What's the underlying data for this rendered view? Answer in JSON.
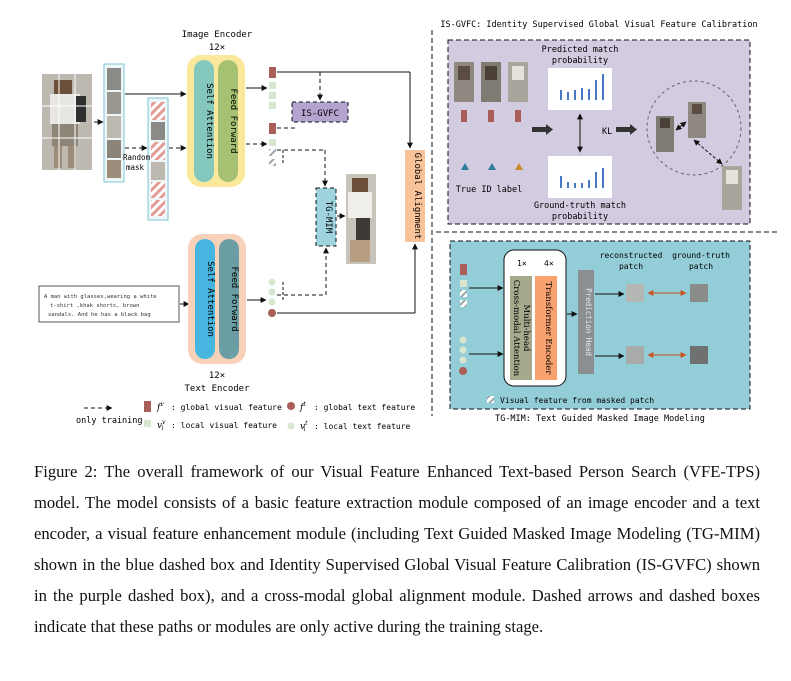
{
  "figure": {
    "image_encoder": {
      "title": "Image Encoder",
      "repeat": "12×",
      "self_attention": "Self Attention",
      "feed_forward": "Feed Forward"
    },
    "text_encoder": {
      "title": "Text Encoder",
      "repeat": "12×",
      "self_attention": "Self Attention",
      "feed_forward": "Feed Forward"
    },
    "random_mask": [
      "Random",
      "mask"
    ],
    "is_gvfc_box": "IS-GVFC",
    "tg_mim_box": "TG-MIM",
    "global_alignment": "Global Alignment",
    "text_input": [
      "A man with glasses,wearing a white",
      "t-shirt ,khak shorts, brown",
      "sandals. And he has a black bag"
    ],
    "is_gvfc": {
      "title": "IS-GVFC: Identity Supervised Global Visual Feature Calibration",
      "predicted": [
        "Predicted match",
        "probability"
      ],
      "ground_truth": [
        "Ground-truth match",
        "probability"
      ],
      "true_id": "True ID label",
      "kl": "KL"
    },
    "tg_mim": {
      "title": "TG-MIM: Text Guided Masked Image Modeling",
      "one_x": "1×",
      "four_x": "4×",
      "cross_modal": [
        "Multi-head",
        "Cross-modal Attention"
      ],
      "transformer": "Transformer Encoder",
      "prediction_head": "Prediction Head",
      "reconstructed": [
        "reconstructed",
        "patch"
      ],
      "ground_truth_patch": [
        "ground-truth",
        "patch"
      ],
      "masked_note": "Visual feature from masked patch"
    },
    "legend": {
      "only_training": "only training",
      "fv_sym": "f",
      "fv_sup": "v",
      "fv_label": ": global visual feature",
      "ft_sym": "f",
      "ft_sup": "t",
      "ft_label": ": global text feature",
      "vv_sym": "v",
      "vv_sub": "i",
      "vv_sup": "v",
      "vv_label": ": local visual feature",
      "vt_sym": "v",
      "vt_sub": "i",
      "vt_sup": "t",
      "vt_label": ": local text feature"
    },
    "colors": {
      "image_encoder_bg": "#fce89a",
      "text_encoder_bg": "#f7d2b9",
      "self_attention": "#84c7bd",
      "feed_forward": "#a7c172",
      "text_self_attention": "#46b6e0",
      "text_feed_forward": "#6a9ea4",
      "global_visual": "#a95e57",
      "local_feature": "#d9e6cf",
      "global_text": "#a95e57",
      "is_gvfc_panel": "#d3cbe0",
      "tg_mim_panel": "#93cdd8",
      "global_alignment": "#f9c39a",
      "tg_mim_box": "#9fd4de",
      "is_gvfc_box": "#b3a3cf"
    }
  },
  "caption": "Figure 2: The overall framework of our Visual Feature Enhanced Text-based Person Search (VFE-TPS) model. The model consists of a basic feature extraction module composed of an image encoder and a text encoder, a visual feature enhancement module (including Text Guided Masked Image Modeling (TG-MIM) shown in the blue dashed box and Identity Supervised Global Visual Feature Calibration (IS-GVFC) shown in the purple dashed box), and a cross-modal global alignment module. Dashed arrows and dashed boxes indicate that these paths or modules are only active during the training stage."
}
